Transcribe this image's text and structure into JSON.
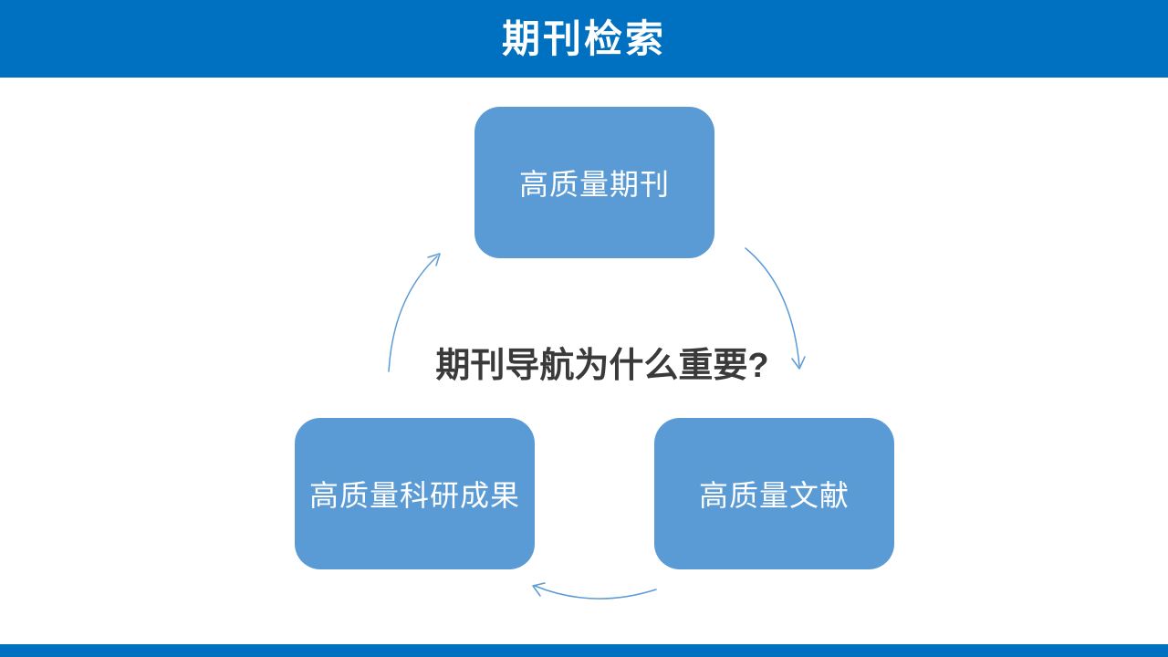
{
  "header": {
    "title": "期刊检索"
  },
  "center_question": "期刊导航为什么重要?",
  "nodes": [
    {
      "id": "top",
      "label": "高质量期刊"
    },
    {
      "id": "bottom-left",
      "label": "高质量科研成果"
    },
    {
      "id": "bottom-right",
      "label": "高质量文献"
    }
  ],
  "arrows": [
    {
      "id": "top-to-right",
      "from": "高质量期刊",
      "to": "高质量文献"
    },
    {
      "id": "right-to-left",
      "from": "高质量文献",
      "to": "高质量科研成果"
    },
    {
      "id": "left-to-top",
      "from": "高质量科研成果",
      "to": "高质量期刊"
    }
  ],
  "colors": {
    "header_bg": "#0070C0",
    "node_fill": "#5B9BD5",
    "node_text": "#FFFFFF",
    "arrow": "#5B9BD5",
    "question_text": "#3A3A3A"
  }
}
